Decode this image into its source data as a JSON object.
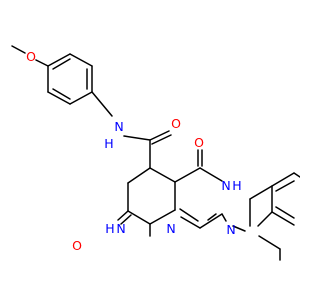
{
  "structure": {
    "atoms": [
      {
        "symbol": "O",
        "color": "#ff0000"
      },
      {
        "symbol": "N",
        "color": "#0000ff"
      },
      {
        "symbol": "H",
        "color": "#0000ff"
      },
      {
        "symbol": "O",
        "color": "#ff0000"
      },
      {
        "symbol": "O",
        "color": "#ff0000"
      },
      {
        "symbol": "N",
        "color": "#0000ff"
      },
      {
        "symbol": "H",
        "color": "#0000ff"
      },
      {
        "symbol": "N",
        "color": "#0000ff"
      },
      {
        "symbol": "H",
        "color": "#0000ff"
      },
      {
        "symbol": "N",
        "color": "#0000ff"
      },
      {
        "symbol": "N",
        "color": "#0000ff"
      },
      {
        "symbol": "O",
        "color": "#ff0000"
      }
    ],
    "bond_color": "#000000"
  }
}
